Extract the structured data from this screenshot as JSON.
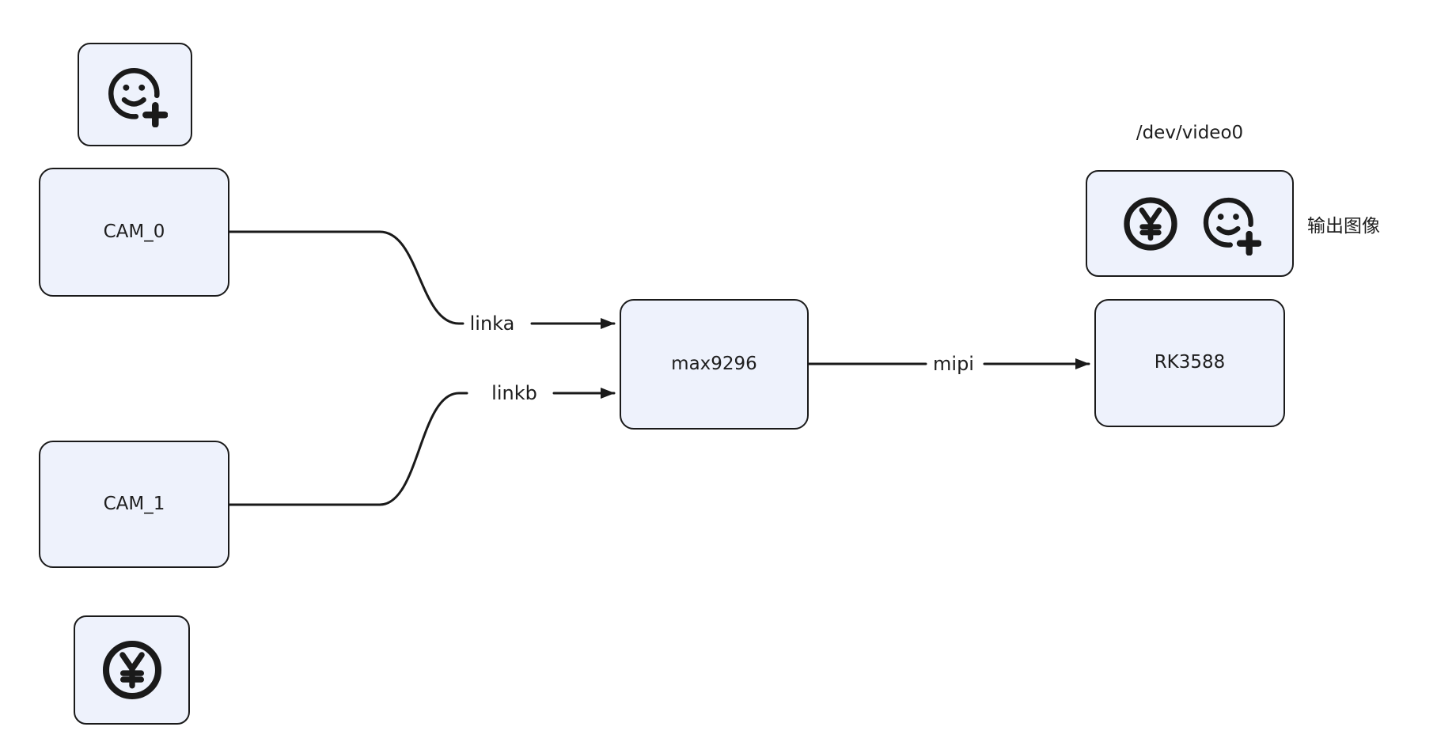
{
  "canvas": {
    "background": "#ffffff",
    "node_fill": "#eef2fc",
    "stroke": "#1a1a1a",
    "text_color": "#1e1e1e"
  },
  "nodes": {
    "cam0": {
      "label": "CAM_0"
    },
    "cam1": {
      "label": "CAM_1"
    },
    "max9296": {
      "label": "max9296"
    },
    "rk3588": {
      "label": "RK3588"
    }
  },
  "captions": {
    "dev_video0": "/dev/video0",
    "output_image": "输出图像"
  },
  "edges": {
    "linka": {
      "label": "linka"
    },
    "linkb": {
      "label": "linkb"
    },
    "mipi": {
      "label": "mipi"
    }
  },
  "icons": {
    "smiley_add": "smiley-add-icon",
    "yuan_coin": "yuan-coin-icon"
  }
}
